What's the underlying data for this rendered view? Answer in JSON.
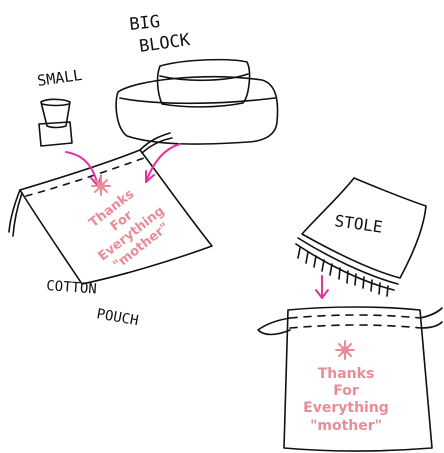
{
  "labels": {
    "big_line1": "BIG",
    "big_line2": "BLOCK",
    "small": "SMALL",
    "cotton_line1": "COTTON",
    "cotton_line2": "POUCH",
    "stole": "STOLE"
  },
  "print_text": {
    "line1": "Thanks",
    "line2": "For",
    "line3": "Everything",
    "line4": "\"mother\""
  },
  "colors": {
    "ink": "#111111",
    "pink_print": "#e98c98",
    "arrow": "#e0339b"
  }
}
